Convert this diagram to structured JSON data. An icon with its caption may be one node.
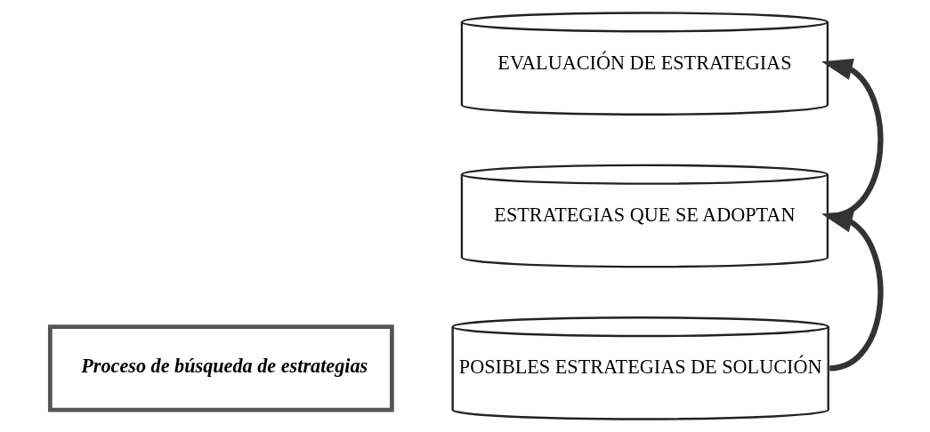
{
  "diagram": {
    "nodes": [
      {
        "text": [
          "EVALUACIÓN DE ESTRATEGIAS"
        ]
      },
      {
        "text": [
          "ESTRATEGIAS QUE SE ADOPTAN"
        ]
      },
      {
        "text": [
          "POSIBLES ESTRATEGIAS DE SOLUCIÓN"
        ]
      },
      {
        "text": [
          "Proceso de búsqueda de estrategias"
        ]
      }
    ],
    "edges": [
      {
        "from": 2,
        "to": 1,
        "arrow": "to"
      },
      {
        "from": 1,
        "to": 0,
        "arrow": "to"
      }
    ]
  }
}
